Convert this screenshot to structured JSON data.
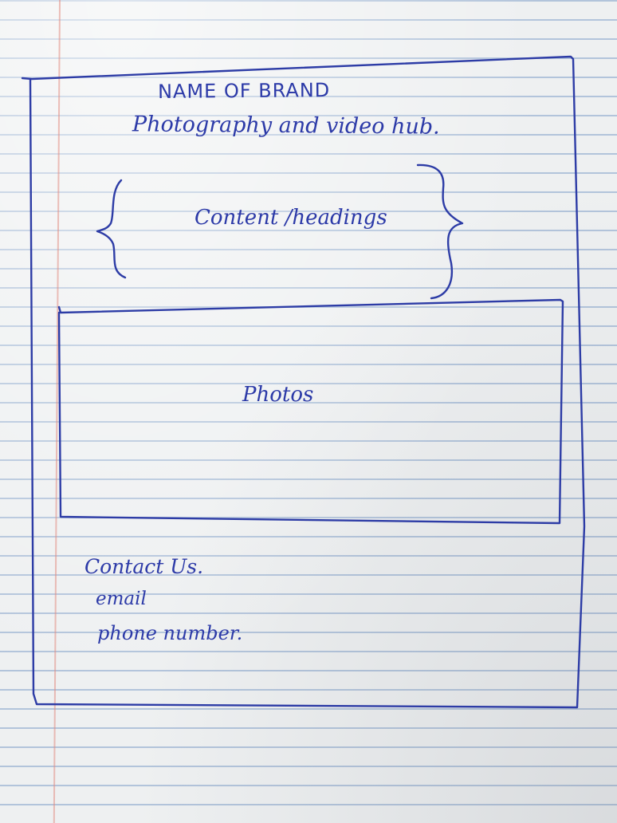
{
  "header": {
    "brand": "NAME OF BRAND",
    "tagline": "Photography and video hub."
  },
  "content": {
    "heading": "Content /headings"
  },
  "photos": {
    "label": "Photos"
  },
  "contact": {
    "title": "Contact Us.",
    "email": "email",
    "phone": "phone number."
  },
  "colors": {
    "ink": "#2c3aa8",
    "paper": "#eef0f1",
    "rule": "#82a0c8",
    "margin": "#e18c82"
  }
}
